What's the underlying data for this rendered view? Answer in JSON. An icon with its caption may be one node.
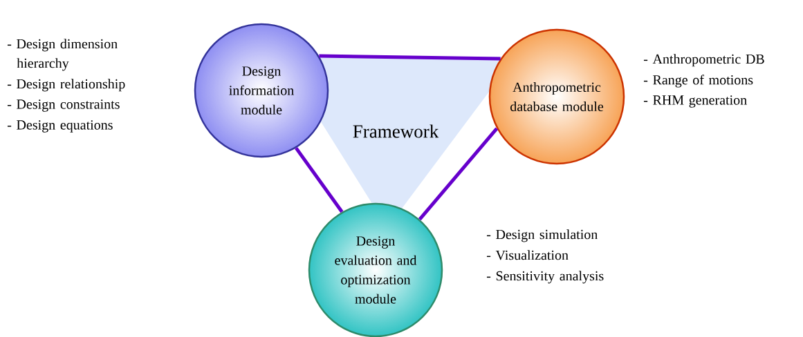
{
  "diagram": {
    "nodes": [
      {
        "text": [
          "Design information module"
        ],
        "beside": [
          "- Design dimension hierarchy",
          "- Design relationship",
          "- Design constraints",
          "- Design equations"
        ]
      },
      {
        "text": [
          "Anthropometric database module"
        ],
        "beside": [
          "- Anthropometric DB",
          "- Range of motions",
          "- RHM generation"
        ]
      },
      {
        "text": [
          "Framework"
        ]
      },
      {
        "text": [
          "Design evaluation and optimization module"
        ],
        "beside": [
          "- Design simulation",
          "- Visualization",
          "- Sensitivity analysis"
        ]
      }
    ],
    "edges": [
      {
        "from": 0,
        "to": 1,
        "arrow": "none"
      },
      {
        "from": 1,
        "to": 3,
        "arrow": "none"
      },
      {
        "from": 3,
        "to": 0,
        "arrow": "none"
      }
    ]
  }
}
